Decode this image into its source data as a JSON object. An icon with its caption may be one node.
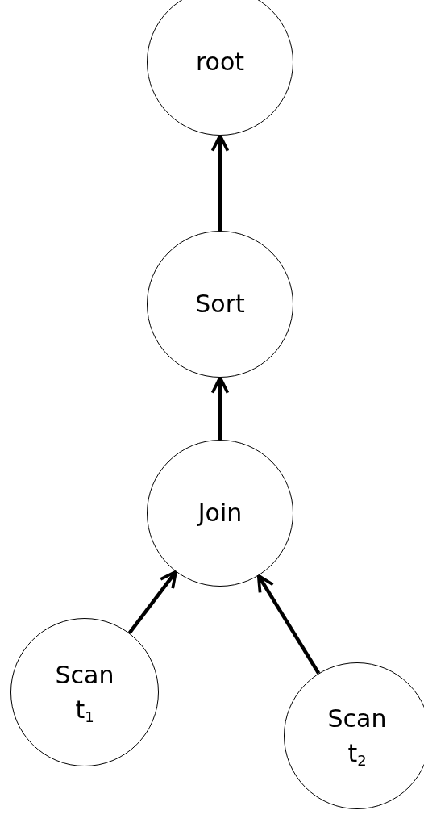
{
  "diagram": {
    "nodes": [
      {
        "text": [
          "root"
        ]
      },
      {
        "text": [
          "Sort"
        ]
      },
      {
        "text": [
          "Join"
        ]
      },
      {
        "text": [
          "Scan t$_{1}$"
        ]
      },
      {
        "text": [
          "Scan t$_{2}$"
        ]
      }
    ],
    "edges": [
      {
        "from": 1,
        "to": 0,
        "arrow": "to"
      },
      {
        "from": 2,
        "to": 1,
        "arrow": "to"
      },
      {
        "from": 3,
        "to": 2,
        "arrow": "to"
      },
      {
        "from": 4,
        "to": 2,
        "arrow": "to"
      }
    ]
  }
}
